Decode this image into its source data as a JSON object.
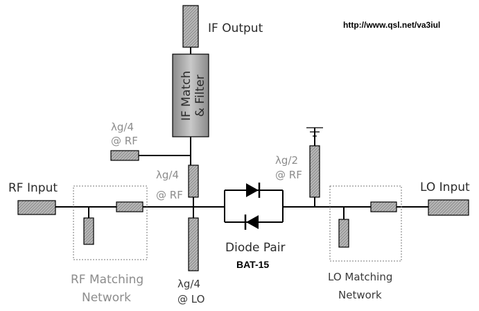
{
  "url": "http://www.qsl.net/va3iul",
  "labels": {
    "if_output": "IF Output",
    "if_filter_line1": "IF Match",
    "if_filter_line2": "& Filter",
    "stub_if_rf_l1": "λg/4",
    "stub_if_rf_l2": "@ RF",
    "stub_rf_l1": "λg/4",
    "stub_rf_l2": "@ RF",
    "stub_half_l1": "λg/2",
    "stub_half_l2": "@ RF",
    "stub_lo_l1": "λg/4",
    "stub_lo_l2": "@ LO",
    "rf_input": "RF Input",
    "lo_input": "LO Input",
    "diode_pair": "Diode Pair",
    "diode_part": "BAT-15",
    "rf_net_l1": "RF Matching",
    "rf_net_l2": "Network",
    "lo_net_l1": "LO Matching",
    "lo_net_l2": "Network"
  },
  "colors": {
    "label_gray": "#8c8c8c",
    "label_dark": "#2b2b2b",
    "component_fill": "#9a9a9a"
  }
}
